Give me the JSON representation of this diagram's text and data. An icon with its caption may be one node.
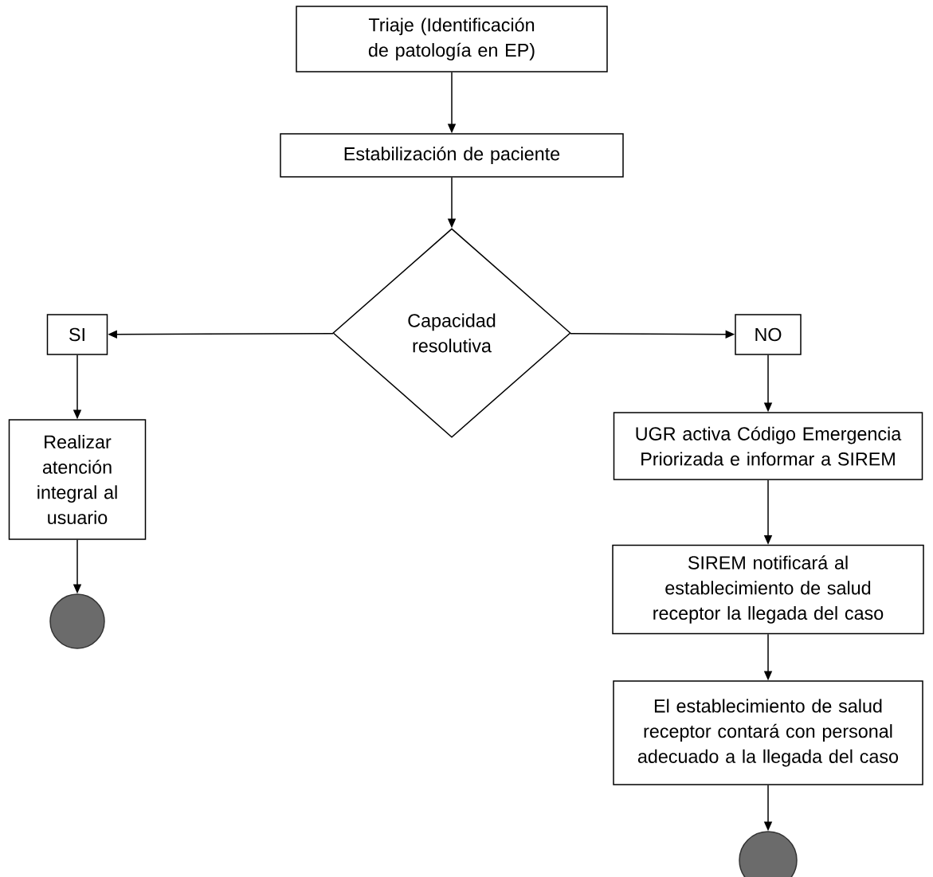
{
  "diagram": {
    "nodes": [
      {
        "text": [
          "Triaje (Identificación de patología en EP)"
        ]
      },
      {
        "text": [
          "Estabilización de paciente"
        ]
      },
      {
        "text": [
          "Capacidad resolutiva"
        ]
      },
      {
        "text": [
          "SI"
        ]
      },
      {
        "text": [
          "NO"
        ]
      },
      {
        "text": [
          "Realizar atención integral al usuario"
        ]
      },
      {
        "text": [],
        "shape": "circle"
      },
      {
        "text": [
          "UGR activa Código Emergencia Priorizada e informar a SIREM"
        ]
      },
      {
        "text": [
          "SIREM notificará al establecimiento de salud receptor la llegada del caso"
        ]
      },
      {
        "text": [
          "El establecimiento de salud receptor contará con personal adecuado a la llegada del caso"
        ]
      },
      {
        "text": [],
        "shape": "circle"
      }
    ],
    "edges": [
      {
        "from": 0,
        "to": 1,
        "arrow": "to"
      },
      {
        "from": 1,
        "to": 2,
        "arrow": "to"
      },
      {
        "from": 2,
        "to": 3,
        "arrow": "to"
      },
      {
        "from": 2,
        "to": 4,
        "arrow": "to"
      },
      {
        "from": 3,
        "to": 5,
        "arrow": "to"
      },
      {
        "from": 5,
        "to": 6,
        "arrow": "to"
      },
      {
        "from": 4,
        "to": 7,
        "arrow": "to"
      },
      {
        "from": 7,
        "to": 8,
        "arrow": "to"
      },
      {
        "from": 8,
        "to": 9,
        "arrow": "to"
      },
      {
        "from": 9,
        "to": 10,
        "arrow": "to"
      }
    ]
  }
}
